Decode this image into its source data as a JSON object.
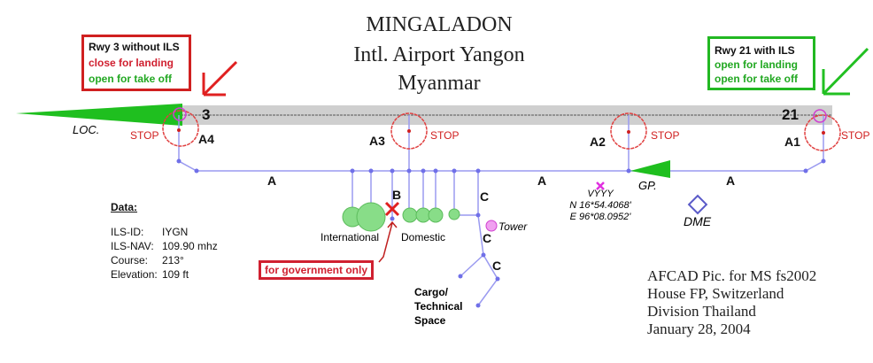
{
  "title": {
    "line1": "MINGALADON",
    "line2": "Intl. Airport Yangon",
    "line3": "Myanmar"
  },
  "rwy3_box": {
    "heading": "Rwy 3  without ILS",
    "line1": "close for landing",
    "line2": "open for take off"
  },
  "rwy21_box": {
    "heading": "Rwy 21  with ILS",
    "line1": "open for landing",
    "line2": "open for take off"
  },
  "runway": {
    "end_left": "3",
    "end_right": "21"
  },
  "labels": {
    "loc": "LOC.",
    "gp": "GP.",
    "stop": "STOP",
    "a1": "A1",
    "a2": "A2",
    "a3": "A3",
    "a4": "A4",
    "taxi_a": "A",
    "taxi_b": "B",
    "taxi_c": "C",
    "international": "International",
    "domestic": "Domestic",
    "tower": "Tower",
    "cargo1": "Cargo/",
    "cargo2": "Technical",
    "cargo3": "Space",
    "dme": "DME",
    "government": "for government only"
  },
  "airport_ref": {
    "icao": "VYYY",
    "lat": "N 16*54.4068'",
    "lon": "E 96*08.0952'"
  },
  "data_panel": {
    "heading": "Data:",
    "rows": [
      {
        "key": "ILS-ID:",
        "value": "IYGN"
      },
      {
        "key": "ILS-NAV:",
        "value": "109.90 mhz"
      },
      {
        "key": "Course:",
        "value": "213°"
      },
      {
        "key": "Elevation:",
        "value": "109 ft"
      }
    ]
  },
  "credits": {
    "line1": "AFCAD Pic. for MS fs2002",
    "line2": "House FP, Switzerland",
    "line3": "Division Thailand",
    "line4": "January  28, 2004"
  },
  "colors": {
    "red": "#d02030",
    "green": "#22b822",
    "taxiway": "#8c8cf0",
    "runway": "#cfcfcf"
  }
}
